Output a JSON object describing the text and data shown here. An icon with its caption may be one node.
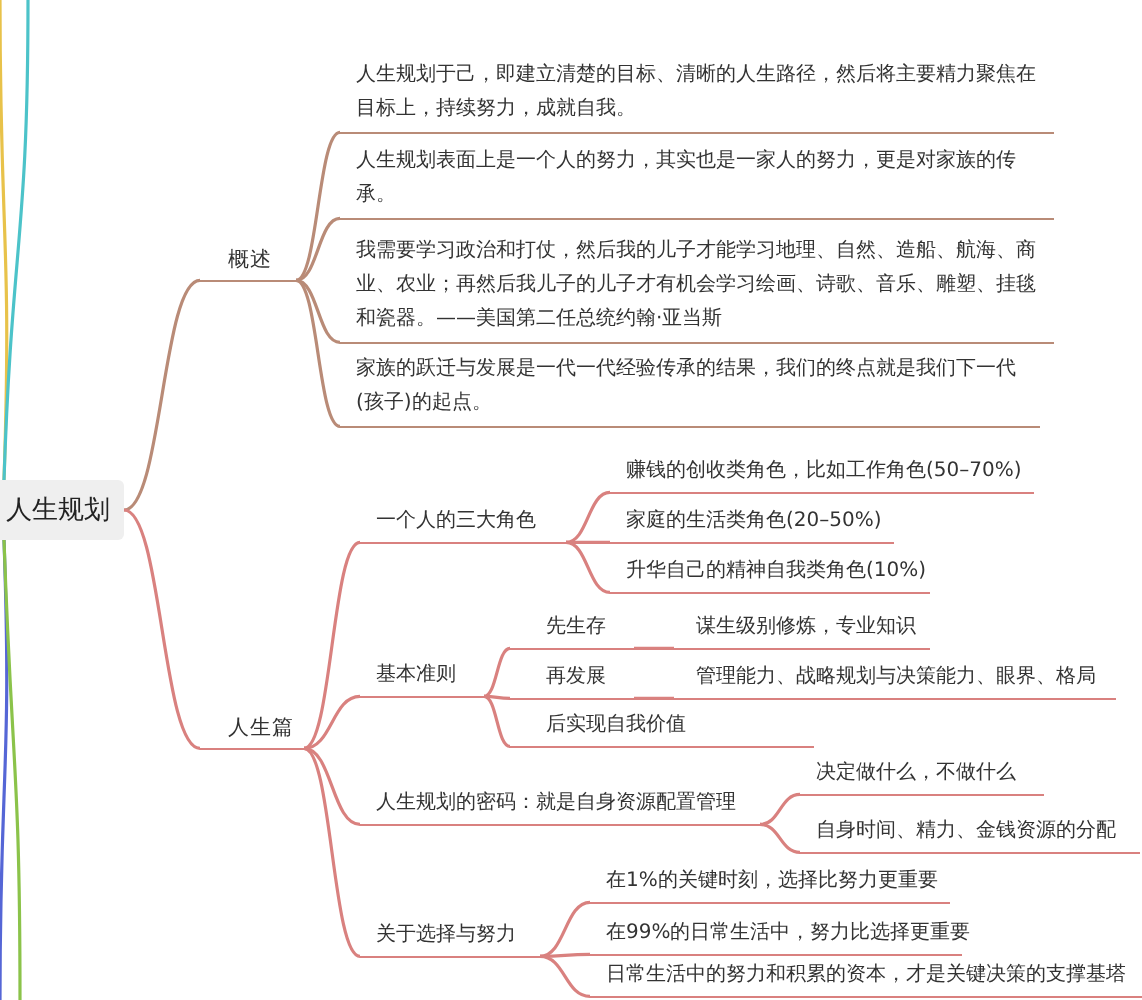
{
  "diagram": {
    "nodes": [
      {
        "text": [
          "人生规划"
        ]
      },
      {
        "text": [
          "概述"
        ]
      },
      {
        "text": [
          "人生规划于己，即建立清楚的目标、清晰的人生路径，然后将主要精力聚焦在目标上，持续努力，成就自我。"
        ]
      },
      {
        "text": [
          "人生规划表面上是一个人的努力，其实也是一家人的努力，更是对家族的传承。"
        ]
      },
      {
        "text": [
          "我需要学习政治和打仗，然后我的儿子才能学习地理、自然、造船、航海、商业、农业；再然后我儿子的儿子才有机会学习绘画、诗歌、音乐、雕塑、挂毯和瓷器。——美国第二任总统约翰·亚当斯"
        ]
      },
      {
        "text": [
          "家族的跃迁与发展是一代一代经验传承的结果，我们的终点就是我们下一代(孩子)的起点。"
        ]
      },
      {
        "text": [
          "人生篇"
        ]
      },
      {
        "text": [
          "一个人的三大角色"
        ]
      },
      {
        "text": [
          "赚钱的创收类角色，比如工作角色(50–70%)"
        ]
      },
      {
        "text": [
          "家庭的生活类角色(20–50%)"
        ]
      },
      {
        "text": [
          "升华自己的精神自我类角色(10%)"
        ]
      },
      {
        "text": [
          "基本准则"
        ]
      },
      {
        "text": [
          "先生存"
        ]
      },
      {
        "text": [
          "谋生级别修炼，专业知识"
        ]
      },
      {
        "text": [
          "再发展"
        ]
      },
      {
        "text": [
          "管理能力、战略规划与决策能力、眼界、格局"
        ]
      },
      {
        "text": [
          "后实现自我价值"
        ]
      },
      {
        "text": [
          "人生规划的密码：就是自身资源配置管理"
        ]
      },
      {
        "text": [
          "决定做什么，不做什么"
        ]
      },
      {
        "text": [
          "自身时间、精力、金钱资源的分配"
        ]
      },
      {
        "text": [
          "关于选择与努力"
        ]
      },
      {
        "text": [
          "在1%的关键时刻，选择比努力更重要"
        ]
      },
      {
        "text": [
          "在99%的日常生活中，努力比选择更重要"
        ]
      },
      {
        "text": [
          "日常生活中的努力和积累的资本，才是关键决策的支撑基塔"
        ]
      }
    ],
    "edges": [
      {
        "from": 0,
        "to": 1,
        "arrow": "none",
        "color": "#b98b77"
      },
      {
        "from": 1,
        "to": 2,
        "arrow": "none",
        "color": "#b98b77"
      },
      {
        "from": 1,
        "to": 3,
        "arrow": "none",
        "color": "#b98b77"
      },
      {
        "from": 1,
        "to": 4,
        "arrow": "none",
        "color": "#b98b77"
      },
      {
        "from": 1,
        "to": 5,
        "arrow": "none",
        "color": "#b98b77"
      },
      {
        "from": 0,
        "to": 6,
        "arrow": "none"
      },
      {
        "from": 6,
        "to": 7,
        "arrow": "none"
      },
      {
        "from": 7,
        "to": 8,
        "arrow": "none"
      },
      {
        "from": 7,
        "to": 9,
        "arrow": "none"
      },
      {
        "from": 7,
        "to": 10,
        "arrow": "none"
      },
      {
        "from": 6,
        "to": 11,
        "arrow": "none"
      },
      {
        "from": 11,
        "to": 12,
        "arrow": "none"
      },
      {
        "from": 12,
        "to": 13,
        "arrow": "none"
      },
      {
        "from": 11,
        "to": 14,
        "arrow": "none"
      },
      {
        "from": 14,
        "to": 15,
        "arrow": "none"
      },
      {
        "from": 11,
        "to": 16,
        "arrow": "none"
      },
      {
        "from": 6,
        "to": 17,
        "arrow": "none"
      },
      {
        "from": 17,
        "to": 18,
        "arrow": "none"
      },
      {
        "from": 17,
        "to": 19,
        "arrow": "none"
      },
      {
        "from": 6,
        "to": 20,
        "arrow": "none"
      },
      {
        "from": 20,
        "to": 21,
        "arrow": "none"
      },
      {
        "from": 20,
        "to": 22,
        "arrow": "none"
      },
      {
        "from": 20,
        "to": 23,
        "arrow": "none"
      },
      {
        "from": 0,
        "to": null,
        "arrow": "none",
        "color": "#e8c24a"
      },
      {
        "from": 0,
        "to": null,
        "arrow": "none",
        "color": "#4cc3c9"
      },
      {
        "from": 0,
        "to": null,
        "arrow": "none",
        "color": "#5566d6"
      },
      {
        "from": 0,
        "to": null,
        "arrow": "none",
        "color": "#8bc34a"
      }
    ]
  }
}
